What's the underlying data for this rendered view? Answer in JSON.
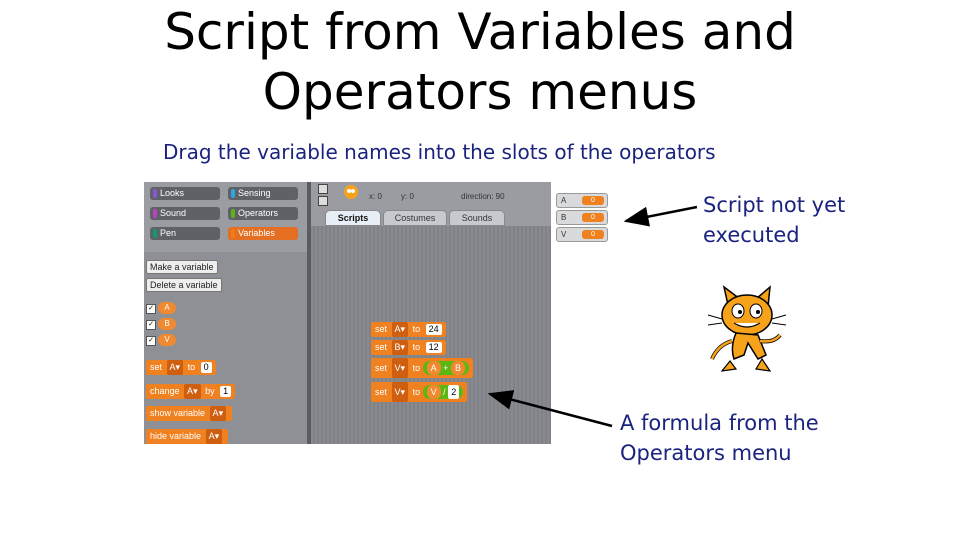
{
  "slide": {
    "title_line1": "Script from Variables and",
    "title_line2": "Operators menus",
    "subtitle": "Drag the variable names into the slots of the operators",
    "note_top_line1": "Script not yet",
    "note_top_line2": "executed",
    "note_bottom_line1": "A formula from the",
    "note_bottom_line2": "Operators menu"
  },
  "scratch": {
    "categories": [
      {
        "label": "Looks",
        "color": "#8a55d7"
      },
      {
        "label": "Sensing",
        "color": "#2ca5e2"
      },
      {
        "label": "Sound",
        "color": "#bb42c3"
      },
      {
        "label": "Operators",
        "color": "#5cb712"
      },
      {
        "label": "Pen",
        "color": "#0e9a6c"
      },
      {
        "label": "Variables",
        "color": "#ee7d16"
      }
    ],
    "make_variable": "Make a variable",
    "delete_variable": "Delete a variable",
    "variables": [
      "A",
      "B",
      "V"
    ],
    "palette_blocks": {
      "set_label": "set",
      "set_var": "A",
      "set_to": "to",
      "set_value": "0",
      "change_label": "change",
      "change_var": "A",
      "change_by": "by",
      "change_value": "1",
      "show_label": "show variable",
      "show_var": "A",
      "hide_label": "hide variable",
      "hide_var": "A"
    },
    "tabs": [
      "Scripts",
      "Costumes",
      "Sounds"
    ],
    "sprite_info": {
      "x": "x: 0",
      "y": "y: 0",
      "direction": "direction: 90"
    },
    "script": [
      {
        "set": "set",
        "var": "A",
        "to": "to",
        "value": "24"
      },
      {
        "set": "set",
        "var": "B",
        "to": "to",
        "value": "12"
      },
      {
        "set": "set",
        "var": "V",
        "to": "to",
        "op_left": "A",
        "op": "+",
        "op_right": "B"
      },
      {
        "set": "set",
        "var": "V",
        "to": "to",
        "op_left": "V",
        "op": "/",
        "op_right": "2"
      }
    ],
    "monitors": [
      {
        "name": "A",
        "value": "0"
      },
      {
        "name": "B",
        "value": "0"
      },
      {
        "name": "V",
        "value": "0"
      }
    ]
  }
}
